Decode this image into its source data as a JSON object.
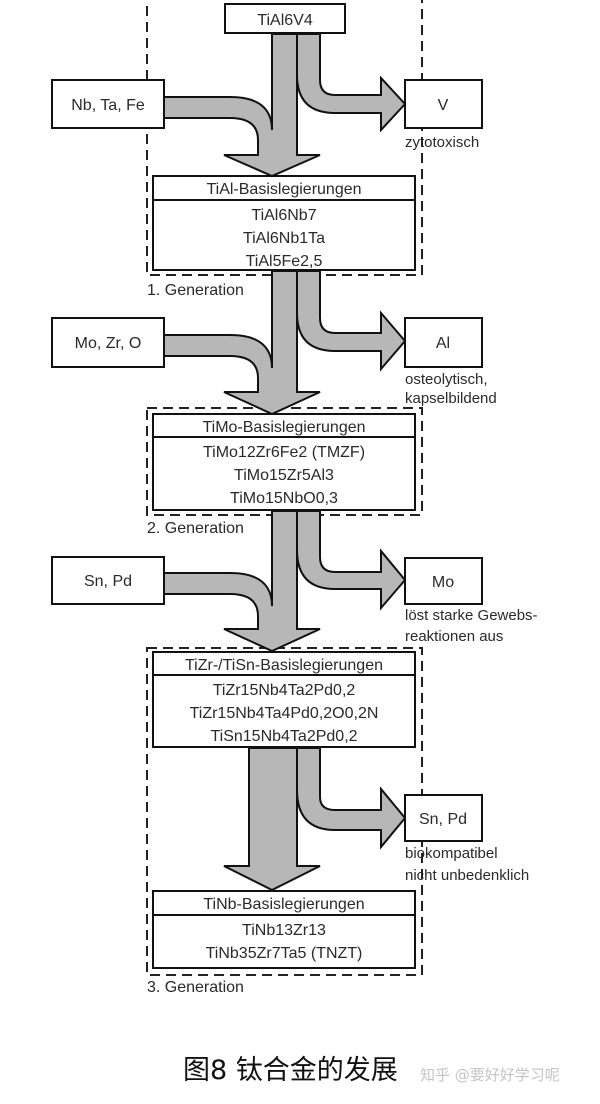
{
  "diagram": {
    "start_alloy": "TiAl6V4",
    "stages": [
      {
        "input_label": "Nb, Ta, Fe",
        "removed_label": "V",
        "removed_note": [
          "zytotoxisch"
        ],
        "group_title": "TiAl-Basislegierungen",
        "alloys": [
          "TiAl6Nb7",
          "TiAl6Nb1Ta",
          "TiAl5Fe2,5"
        ],
        "generation_label": "1. Generation"
      },
      {
        "input_label": "Mo, Zr, O",
        "removed_label": "Al",
        "removed_note": [
          "osteolytisch,",
          "kapselbildend"
        ],
        "group_title": "TiMo-Basislegierungen",
        "alloys": [
          "TiMo12Zr6Fe2 (TMZF)",
          "TiMo15Zr5Al3",
          "TiMo15NbO0,3"
        ],
        "generation_label": "2. Generation"
      },
      {
        "input_label": "Sn, Pd",
        "removed_label": "Mo",
        "removed_note": [
          "löst starke Gewebs-",
          "reaktionen aus"
        ],
        "group_title": "TiZr-/TiSn-Basislegierungen",
        "alloys": [
          "TiZr15Nb4Ta2Pd0,2",
          "TiZr15Nb4Ta4Pd0,2O0,2N",
          "TiSn15Nb4Ta2Pd0,2"
        ]
      },
      {
        "removed_label": "Sn, Pd",
        "removed_note": [
          "biokompatibel",
          "nicht unbedenklich"
        ],
        "group_title": "TiNb-Basislegierungen",
        "alloys": [
          "TiNb13Zr13",
          "TiNb35Zr7Ta5 (TNZT)"
        ],
        "generation_label": "3. Generation"
      }
    ]
  },
  "caption": "图8 钛合金的发展",
  "watermark": "知乎 @要好好学习呢",
  "colors": {
    "arrow_fill": "#b7b7b7",
    "stroke": "#111111"
  }
}
